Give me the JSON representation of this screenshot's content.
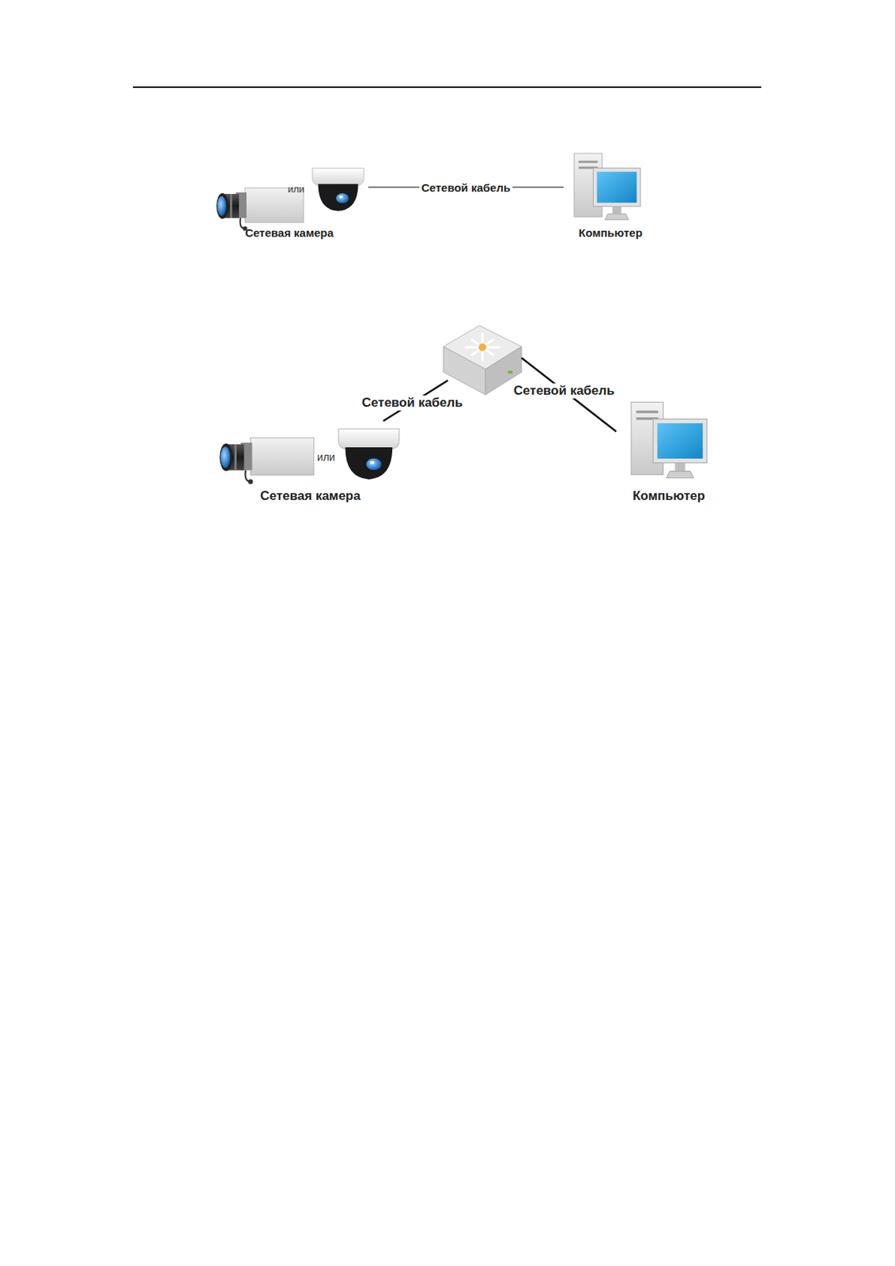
{
  "diagram": {
    "nodes": [
      {
        "text": [
          "Сетевая камера"
        ]
      },
      {
        "text": [
          "Компьютер"
        ]
      },
      {
        "text": []
      },
      {
        "text": [
          "Сетевая камера"
        ]
      },
      {
        "text": [
          "Компьютер"
        ]
      }
    ],
    "edges": [
      {
        "from": 0,
        "to": 1,
        "arrow": "none",
        "label": "Сетевой кабель"
      },
      {
        "from": 3,
        "to": 2,
        "arrow": "none",
        "label": "Сетевой кабель"
      },
      {
        "from": 2,
        "to": 4,
        "arrow": "none",
        "label": "Сетевой кабель"
      }
    ],
    "labels": [
      "или",
      "или"
    ]
  }
}
